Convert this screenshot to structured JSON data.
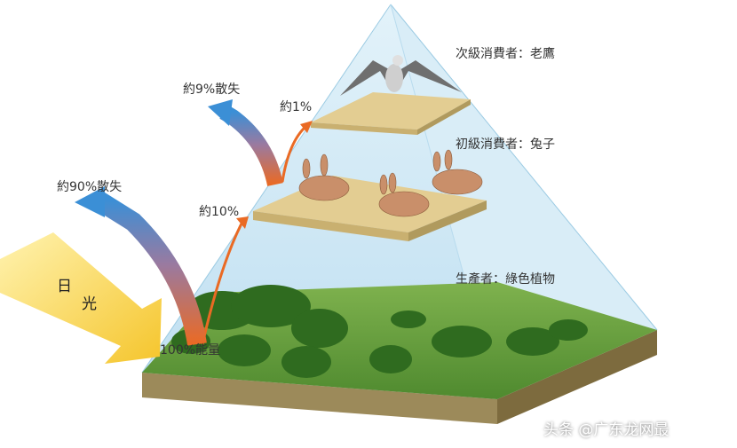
{
  "levels": {
    "secondary": "次級消費者：老鷹",
    "primary": "初級消費者：兔子",
    "producer": "生產者：綠色植物"
  },
  "energy": {
    "sunlight": [
      "日",
      "光"
    ],
    "input": "100%能量",
    "to_primary": "約10%",
    "lost_primary": "約90%散失",
    "to_secondary": "約1%",
    "lost_secondary": "約9%散失"
  },
  "watermark": "头条 @广东龙网最",
  "colors": {
    "grass": "#5c9a3c",
    "soil": "#9c8a5a",
    "platform": "#e3cd92",
    "pyramid": "#bfe0f0",
    "sun": "#f7d442",
    "orange": "#ea6a24",
    "blue": "#3b8fd6"
  },
  "icons": [
    "eagle-icon",
    "rabbit-icon",
    "tree-icon",
    "sun-arrow-icon"
  ]
}
